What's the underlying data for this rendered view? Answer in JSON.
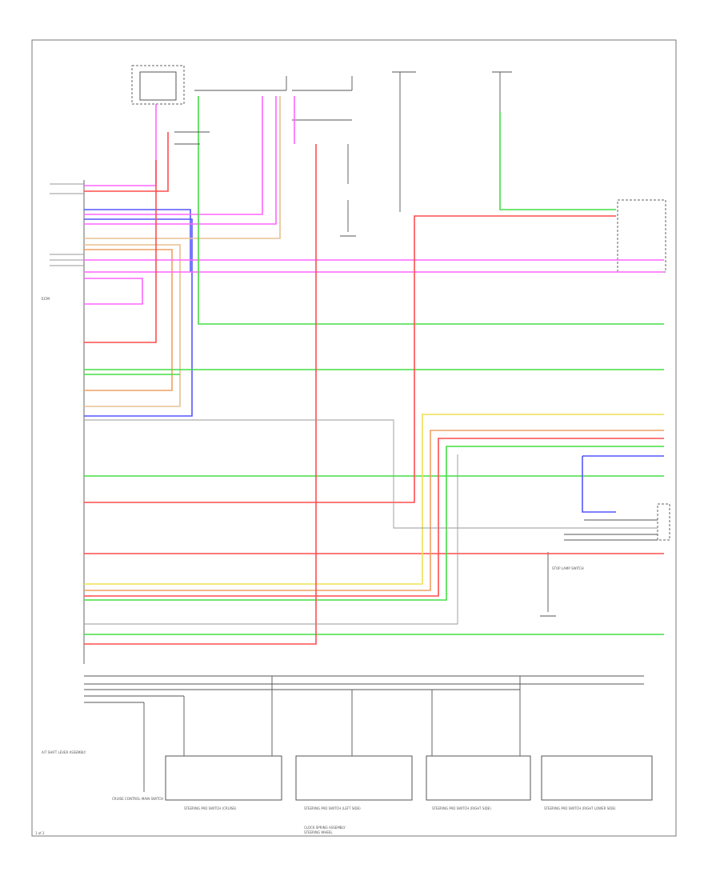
{
  "diagram": {
    "page_ref": "1 of 2",
    "bottom_label_1": "CLOCK SPRING ASSEMBLY",
    "bottom_label_2": "STEERING WHEEL",
    "left_label": "A/T SHIFT LEVER ASSEMBLY",
    "module_label": "ECM",
    "switch_labels": [
      "STEERING PAD SWITCH (CRUISE)",
      "STEERING PAD SWITCH (LEFT SIDE)",
      "STEERING PAD SWITCH (RIGHT SIDE)",
      "STEERING PAD SWITCH (RIGHT LOWER SIDE)"
    ],
    "relay_label": "STOP LAMP SWITCH",
    "left_bottom_label": "CRUISE CONTROL MAIN SWITCH",
    "colors": {
      "red": "#ff4d4d",
      "pink": "#ff66ff",
      "blue": "#5555ff",
      "green": "#44dd44",
      "yellow": "#f0e050",
      "orange": "#f0a060",
      "tan": "#e8c090",
      "black": "#555555",
      "gray": "#999999"
    }
  }
}
